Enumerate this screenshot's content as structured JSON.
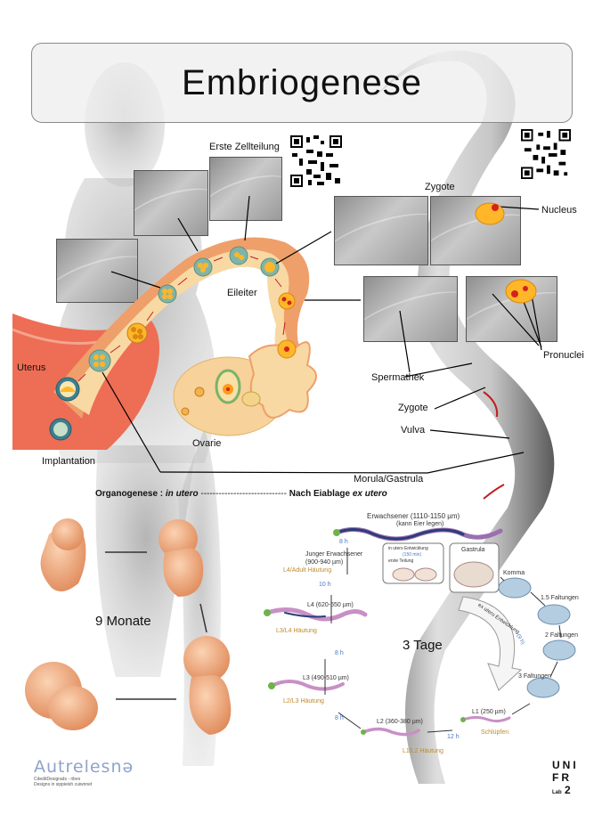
{
  "title": "Embriogenese",
  "labels": {
    "erste_zellteilung": "Erste Zellteilung",
    "zygote_top": "Zygote",
    "nucleus": "Nucleus",
    "eileiter": "Eileiter",
    "uterus": "Uterus",
    "pronuclei": "Pronuclei",
    "spermathek": "Spermathek",
    "zygote_mid": "Zygote",
    "vulva": "Vulva",
    "ovarie": "Ovarie",
    "implantation": "Implantation",
    "morula_gastrula": "Morula/Gastrula"
  },
  "organogenese": {
    "part1": "Organogenese : ",
    "part1_italic": "in utero",
    "dashes": "-----------------------------",
    "part2": " Nach Eiablage ",
    "part2_italic": "ex utero"
  },
  "human_duration": "9 Monate",
  "worm_duration": "3 Tage",
  "lifecycle": {
    "adult": "Erwachsener (1110-1150 µm)",
    "adult_sub": "(kann Eier legen)",
    "young_adult": "Junger Erwachsener",
    "young_adult_size": "(900-940 µm)",
    "l4_molt": "L4/Adult Häutung",
    "l4": "L4 (620-650 µm)",
    "l3_molt": "L3/L4 Häutung",
    "l3": "L3 (490-510 µm)",
    "l2_molt": "L2/L3 Häutung",
    "l2": "L2 (360-380 µm)",
    "l1_molt": "L1/L2 Häutung",
    "l1": "L1 (250 µm)",
    "hatch": "Schlüpfen",
    "comma": "Komma",
    "fold15": "1.5 Faltungen",
    "fold2": "2 Faltungen",
    "fold3": "3 Faltungen",
    "in_utero_box": "in utero Entwicklung",
    "in_utero_time": "(150 min)",
    "first_division": "erste Teilung",
    "gastrula": "Gastrula",
    "ex_utero": "ex utero Entwicklung",
    "ex_utero_time": "(9 h)",
    "h8a": "8 h",
    "h10": "10 h",
    "h8b": "8 h",
    "h8c": "8 h",
    "h12": "12 h"
  },
  "logo_left": "Autrelesnə",
  "logo_left_sub1": "CdeditDesigrads - ribex",
  "logo_left_sub2": "Designs in sippieish cuiwnnet",
  "logo_right_line1": "UNI",
  "logo_right_line2": "FR",
  "logo_right_lab": "Lab",
  "logo_right_num": "2",
  "colors": {
    "tube": "#ef9f6a",
    "tube_inner": "#f8d9a3",
    "ovary": "#f7d29a",
    "uterus": "#ee6d55",
    "cell": "#ff9b1a",
    "nucleus": "#d4231c",
    "embryo": "#f0a77a",
    "arrow_red": "#c11d1d",
    "blue_text": "#4a78c2",
    "stage_text": "#c08a2a"
  }
}
